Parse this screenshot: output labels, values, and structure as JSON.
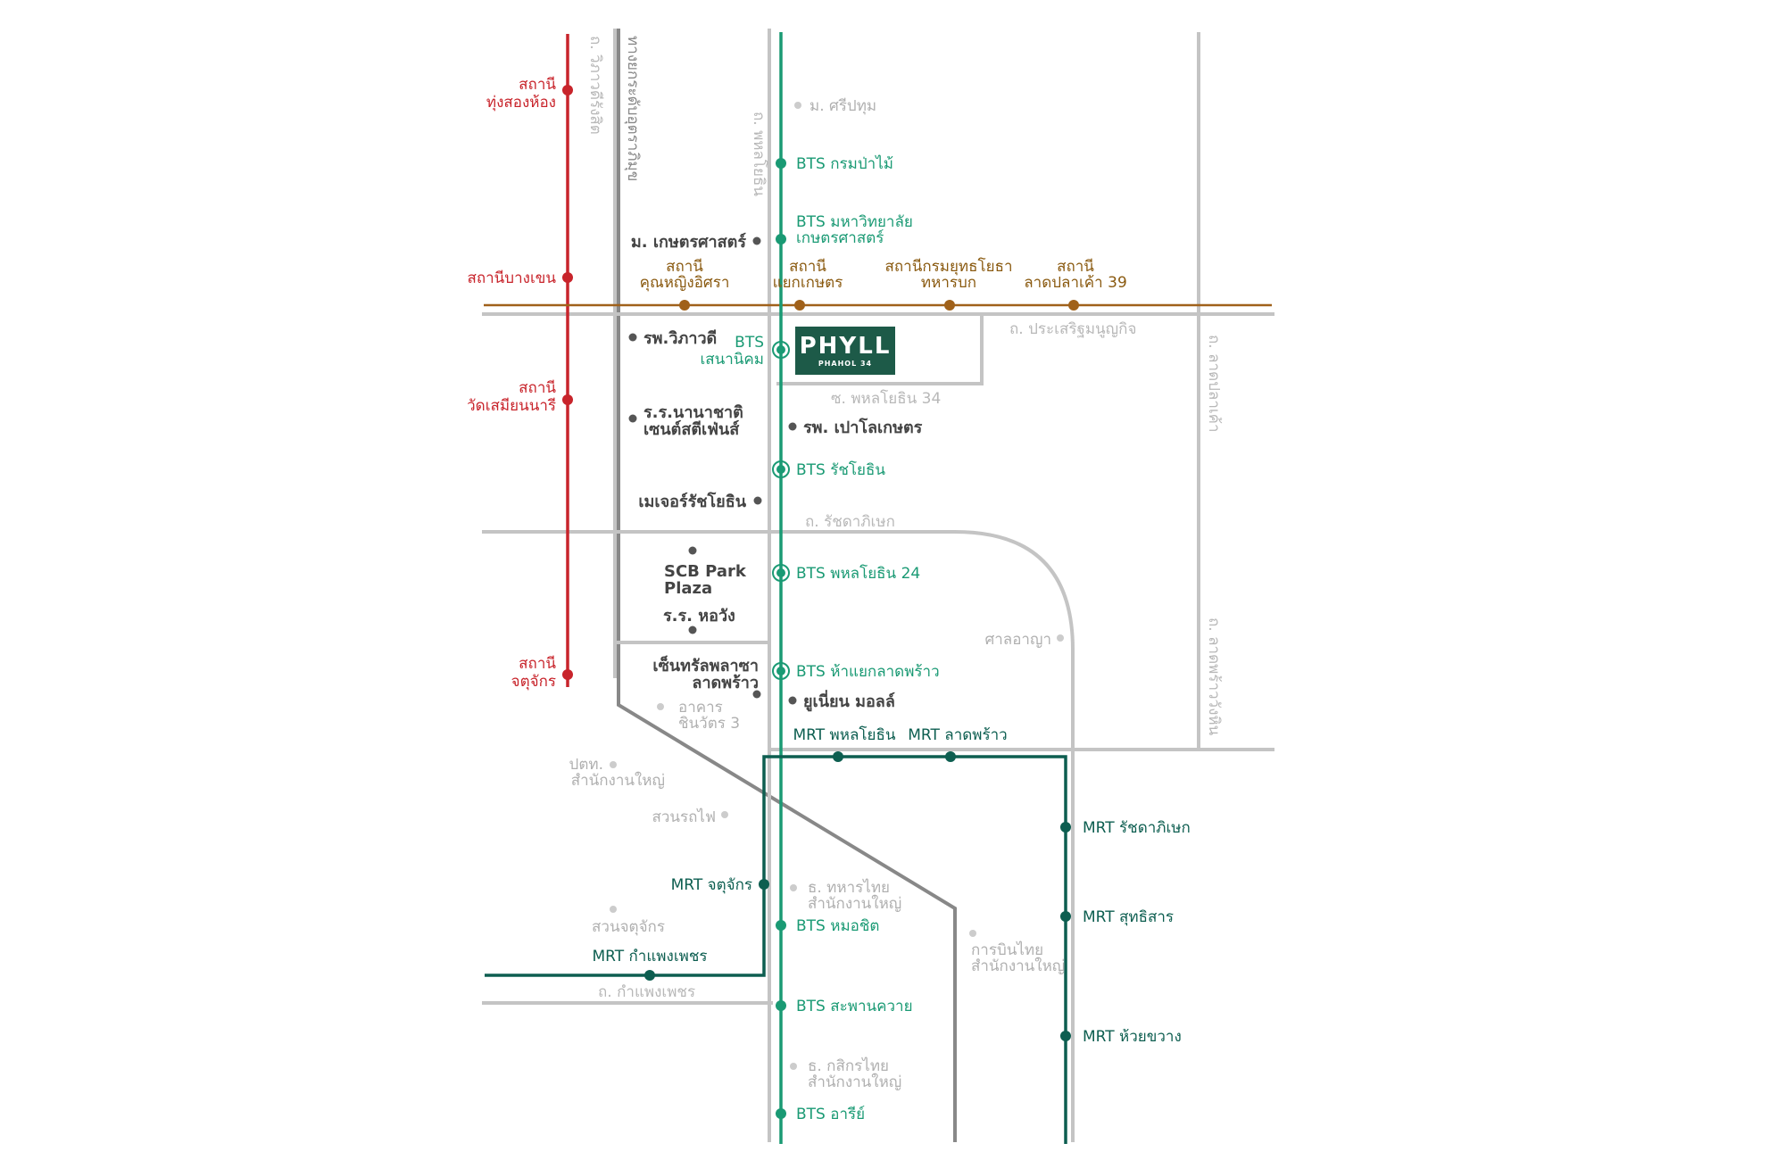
{
  "brand": {
    "name": "PHYLL",
    "subtitle": "PHAHOL 34"
  },
  "roads": {
    "vibhavadi": "ถ. วิภาวดีรังสิต",
    "tollway": "ทางยกระดับอุตราภิมุข",
    "phahonyothin": "ถ. พหลโยธิน",
    "prasertmanukit": "ถ. ประเสริฐมนูญกิจ",
    "soi_phahonyothin_34": "ซ. พหลโยธิน 34",
    "ratchadaphisek": "ถ. รัชดาภิเษก",
    "lat_pla_khao": "ถ. ลาดปลาเค้า",
    "lat_phrao_wang_hin": "ถ. ลาดพร้าววังหิน",
    "kamphaeng_phet": "ถ. กำแพงเพชร"
  },
  "red_line": {
    "color": "#c8242b",
    "stations": [
      {
        "line1": "สถานี",
        "line2": "ทุ่งสองห้อง"
      },
      {
        "line1": "สถานีบางเขน",
        "line2": ""
      },
      {
        "line1": "สถานี",
        "line2": "วัดเสมียนนารี"
      },
      {
        "line1": "สถานี",
        "line2": "จตุจักร"
      }
    ]
  },
  "yellow_line": {
    "color": "#a0611a",
    "stations": [
      {
        "line1": "สถานี",
        "line2": "คุณหญิงอิศรา"
      },
      {
        "line1": "สถานี",
        "line2": "แยกเกษตร"
      },
      {
        "line1": "สถานีกรมยุทธโยธา",
        "line2": "ทหารบก"
      },
      {
        "line1": "สถานี",
        "line2": "ลาดปลาเค้า 39"
      }
    ]
  },
  "bts": {
    "color": "#1a9a74",
    "stations": [
      {
        "line1": "BTS กรมป่าไม้",
        "line2": ""
      },
      {
        "line1": "BTS มหาวิทยาลัย",
        "line2": "เกษตรศาสตร์"
      },
      {
        "line1": "BTS",
        "line2": "เสนานิคม"
      },
      {
        "line1": "BTS รัชโยธิน",
        "line2": ""
      },
      {
        "line1": "BTS พหลโยธิน 24",
        "line2": ""
      },
      {
        "line1": "BTS ห้าแยกลาดพร้าว",
        "line2": ""
      },
      {
        "line1": "BTS หมอชิต",
        "line2": ""
      },
      {
        "line1": "BTS สะพานควาย",
        "line2": ""
      },
      {
        "line1": "BTS อารีย์",
        "line2": ""
      }
    ]
  },
  "mrt": {
    "color": "#0d5e50",
    "stations": [
      {
        "line1": "MRT พหลโยธิน",
        "line2": ""
      },
      {
        "line1": "MRT ลาดพร้าว",
        "line2": ""
      },
      {
        "line1": "MRT รัชดาภิเษก",
        "line2": ""
      },
      {
        "line1": "MRT สุทธิสาร",
        "line2": ""
      },
      {
        "line1": "MRT ห้วยขวาง",
        "line2": ""
      },
      {
        "line1": "MRT จตุจักร",
        "line2": ""
      },
      {
        "line1": "MRT กำแพงเพชร",
        "line2": ""
      }
    ]
  },
  "pois_dark": [
    {
      "line1": "ม. เกษตรศาสตร์",
      "line2": ""
    },
    {
      "line1": "รพ.วิภาวดี",
      "line2": ""
    },
    {
      "line1": "ร.ร.นานาชาติ",
      "line2": "เซนต์สตีเฟ่นส์"
    },
    {
      "line1": "รพ. เปาโลเกษตร",
      "line2": ""
    },
    {
      "line1": "เมเจอร์รัชโยธิน",
      "line2": ""
    },
    {
      "line1": "SCB Park",
      "line2": "Plaza"
    },
    {
      "line1": "ร.ร. หอวัง",
      "line2": ""
    },
    {
      "line1": "เซ็นทรัลพลาซา",
      "line2": "ลาดพร้าว"
    },
    {
      "line1": "ยูเนี่ยน มอลล์",
      "line2": ""
    }
  ],
  "pois_light": [
    {
      "line1": "ม. ศรีปทุม",
      "line2": ""
    },
    {
      "line1": "ศาลอาญา",
      "line2": ""
    },
    {
      "line1": "อาคาร",
      "line2": "ชินวัตร 3"
    },
    {
      "line1": "ปตท.",
      "line2": "สำนักงานใหญ่"
    },
    {
      "line1": "สวนรถไฟ",
      "line2": ""
    },
    {
      "line1": "ธ. ทหารไทย",
      "line2": "สำนักงานใหญ่"
    },
    {
      "line1": "สวนจตุจักร",
      "line2": ""
    },
    {
      "line1": "การบินไทย",
      "line2": "สำนักงานใหญ่"
    },
    {
      "line1": "ธ. กสิกรไทย",
      "line2": "สำนักงานใหญ่"
    }
  ]
}
